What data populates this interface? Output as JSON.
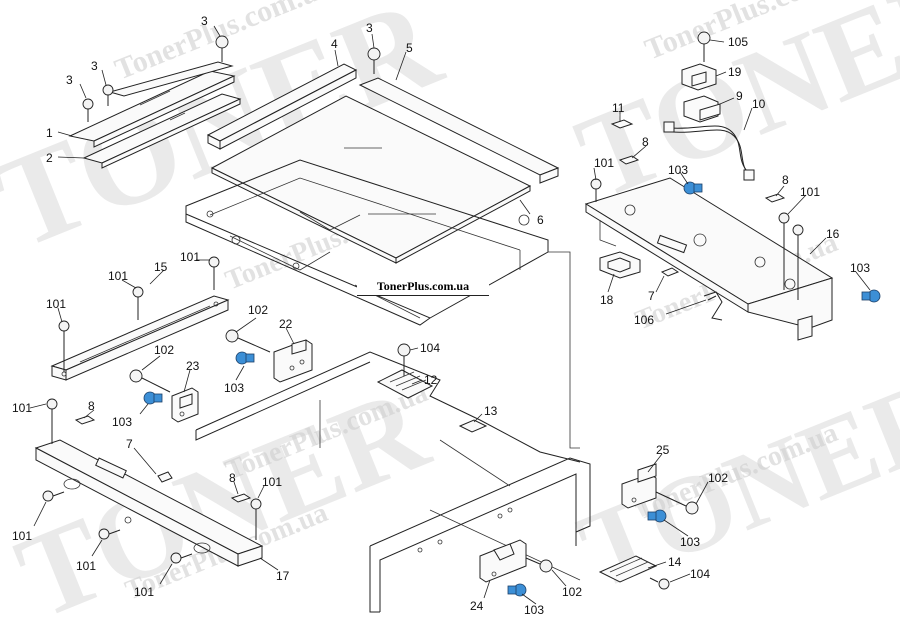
{
  "watermark": {
    "brand_large": "TONER",
    "site": "TonerPlus.com.ua"
  },
  "site_label": "TonerPlus.com.ua",
  "callouts": [
    {
      "id": "c1",
      "text": "1"
    },
    {
      "id": "c2",
      "text": "2"
    },
    {
      "id": "c3a",
      "text": "3"
    },
    {
      "id": "c3b",
      "text": "3"
    },
    {
      "id": "c3c",
      "text": "3"
    },
    {
      "id": "c3d",
      "text": "3"
    },
    {
      "id": "c4",
      "text": "4"
    },
    {
      "id": "c5",
      "text": "5"
    },
    {
      "id": "c6",
      "text": "6"
    },
    {
      "id": "c7a",
      "text": "7"
    },
    {
      "id": "c7b",
      "text": "7"
    },
    {
      "id": "c8a",
      "text": "8"
    },
    {
      "id": "c8b",
      "text": "8"
    },
    {
      "id": "c8c",
      "text": "8"
    },
    {
      "id": "c8d",
      "text": "8"
    },
    {
      "id": "c9",
      "text": "9"
    },
    {
      "id": "c10",
      "text": "10"
    },
    {
      "id": "c11",
      "text": "11"
    },
    {
      "id": "c12",
      "text": "12"
    },
    {
      "id": "c13",
      "text": "13"
    },
    {
      "id": "c14",
      "text": "14"
    },
    {
      "id": "c15",
      "text": "15"
    },
    {
      "id": "c16",
      "text": "16"
    },
    {
      "id": "c17",
      "text": "17"
    },
    {
      "id": "c18",
      "text": "18"
    },
    {
      "id": "c19",
      "text": "19"
    },
    {
      "id": "c22",
      "text": "22"
    },
    {
      "id": "c23",
      "text": "23"
    },
    {
      "id": "c24",
      "text": "24"
    },
    {
      "id": "c25",
      "text": "25"
    },
    {
      "id": "c101a",
      "text": "101"
    },
    {
      "id": "c101b",
      "text": "101"
    },
    {
      "id": "c101c",
      "text": "101"
    },
    {
      "id": "c101d",
      "text": "101"
    },
    {
      "id": "c101e",
      "text": "101"
    },
    {
      "id": "c101f",
      "text": "101"
    },
    {
      "id": "c101g",
      "text": "101"
    },
    {
      "id": "c101h",
      "text": "101"
    },
    {
      "id": "c101i",
      "text": "101"
    },
    {
      "id": "c101j",
      "text": "101"
    },
    {
      "id": "c102a",
      "text": "102"
    },
    {
      "id": "c102b",
      "text": "102"
    },
    {
      "id": "c102c",
      "text": "102"
    },
    {
      "id": "c102d",
      "text": "102"
    },
    {
      "id": "c103a",
      "text": "103"
    },
    {
      "id": "c103b",
      "text": "103"
    },
    {
      "id": "c103c",
      "text": "103"
    },
    {
      "id": "c103d",
      "text": "103"
    },
    {
      "id": "c103e",
      "text": "103"
    },
    {
      "id": "c103f",
      "text": "103"
    },
    {
      "id": "c104a",
      "text": "104"
    },
    {
      "id": "c104b",
      "text": "104"
    },
    {
      "id": "c105",
      "text": "105"
    },
    {
      "id": "c106",
      "text": "106"
    }
  ],
  "colors": {
    "accent_screw": "#3c8fd6",
    "line": "#222222",
    "watermark": "#d9d9d9"
  }
}
